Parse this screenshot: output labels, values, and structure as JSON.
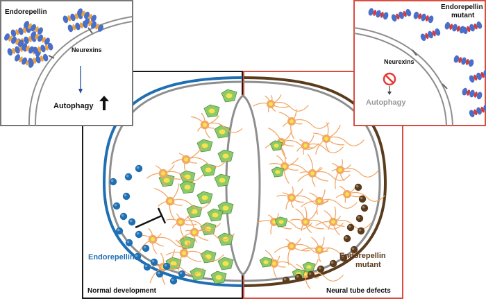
{
  "colors": {
    "normal_border": "#1a1a1a",
    "mutant_border": "#d94c40",
    "endorepellin_blue": "#1f6fb2",
    "mutant_brown": "#5a3b1c",
    "neuron": "#f2a766",
    "neuron_body": "#f7c997",
    "glia": "#8cc96b",
    "glia_dark": "#4f8f3b",
    "nucleus": "#f5e44a",
    "membrane": "#8e8e8e",
    "disabled_grey": "#9a9a9a",
    "prohibition_red": "#e53935",
    "protein_blue": "#4a6fc9",
    "protein_orange": "#f0a33a",
    "protein_red": "#d93a3a"
  },
  "left_panel": {
    "label": "Normal development",
    "secreted_label": "Endorepellin"
  },
  "right_panel": {
    "label": "Neural tube defects",
    "secreted_label_line1": "Endorepellin",
    "secreted_label_line2": "mutant"
  },
  "inset_left": {
    "title": "Endorepellin",
    "receptor_label": "Neurexins",
    "outcome_label": "Autophagy",
    "outcome_arrow": "up-arrow-icon"
  },
  "inset_right": {
    "title_line1": "Endorepellin",
    "title_line2": "mutant",
    "receptor_label": "Neurexins",
    "outcome_label": "Autophagy",
    "blocked_icon": "prohibition-icon"
  }
}
